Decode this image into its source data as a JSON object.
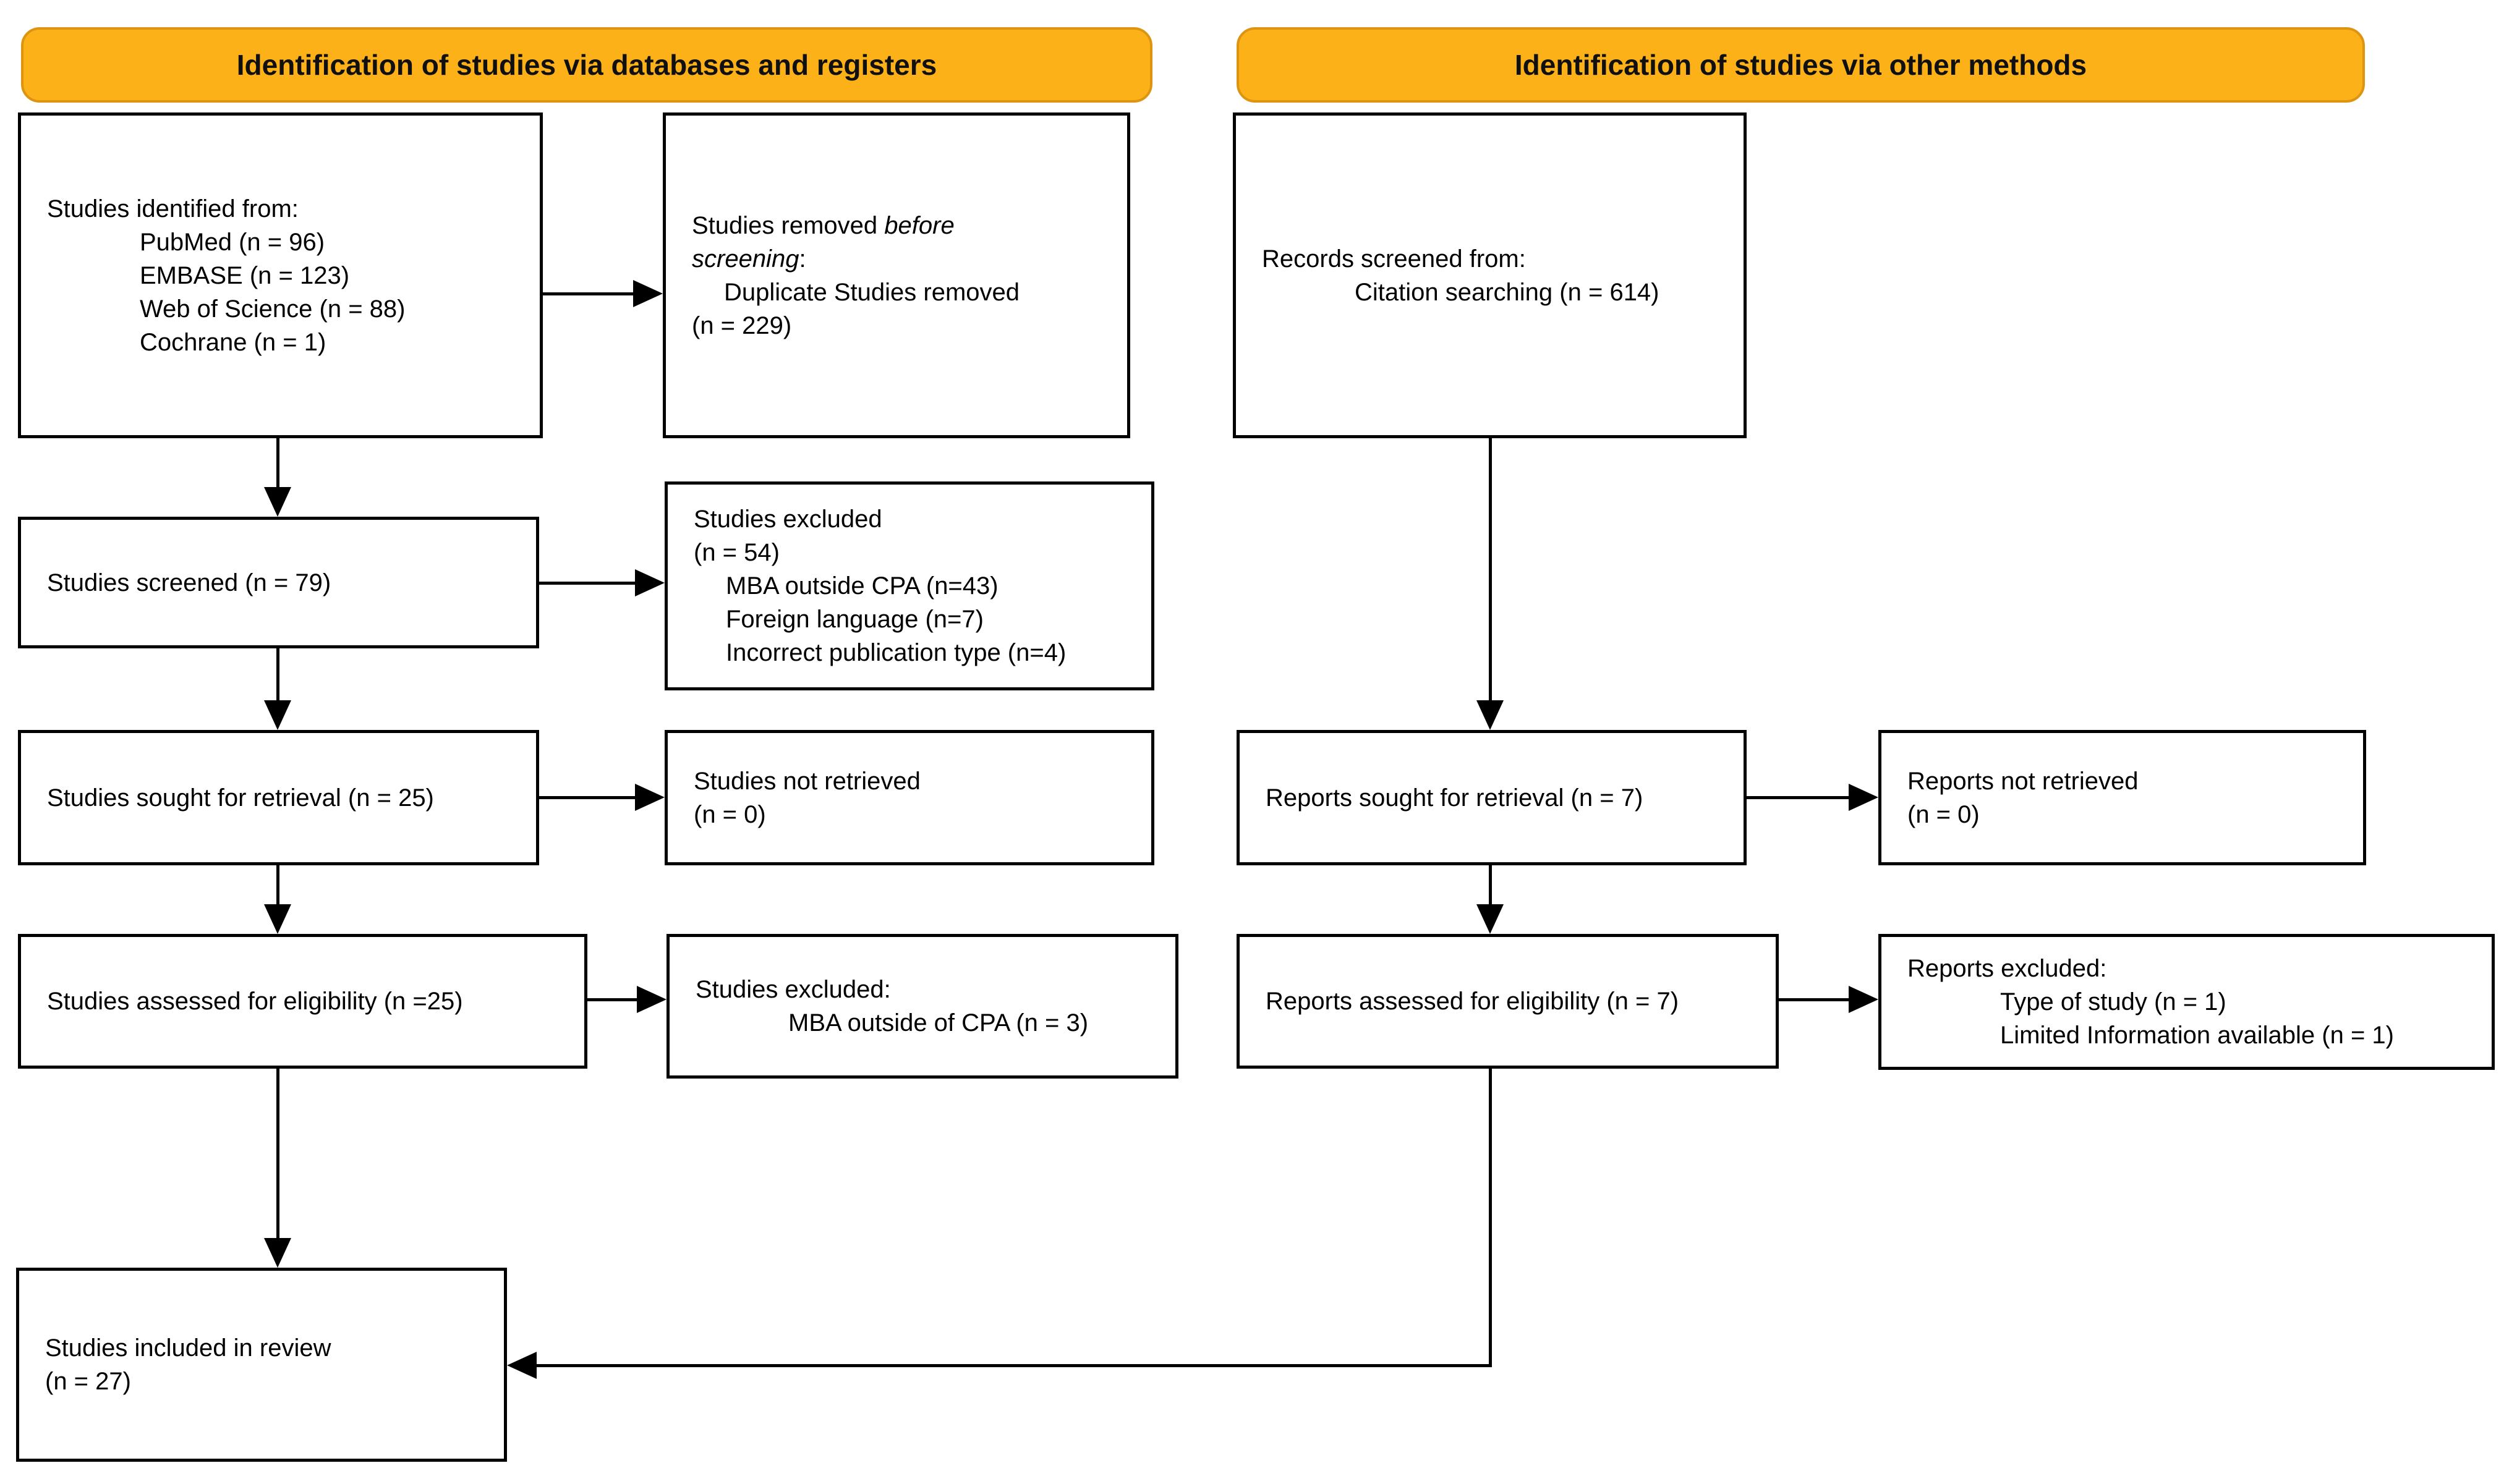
{
  "headers": {
    "left": "Identification of studies via databases and registers",
    "right": "Identification of studies via other methods"
  },
  "colors": {
    "header_bg": "#FBB117",
    "header_border": "#DD9511",
    "line": "#000000"
  },
  "left_column": {
    "identified": {
      "title": "Studies identified from:",
      "items": [
        "PubMed (n = 96)",
        "EMBASE (n = 123)",
        "Web of Science (n = 88)",
        "Cochrane (n = 1)"
      ]
    },
    "removed": {
      "line1_prefix": "Studies removed ",
      "line1_italic": "before",
      "line2_italic": "screening",
      "line2_suffix": ":",
      "item": "Duplicate Studies removed",
      "count": "(n = 229)"
    },
    "screened": "Studies screened (n = 79)",
    "excluded_screening": {
      "title": "Studies excluded",
      "count": "(n = 54)",
      "items": [
        "MBA outside CPA (n=43)",
        "Foreign language (n=7)",
        "Incorrect publication type (n=4)"
      ]
    },
    "sought": "Studies sought for retrieval (n = 25)",
    "not_retrieved": {
      "line1": "Studies not retrieved",
      "line2": "(n = 0)"
    },
    "assessed": "Studies assessed for eligibility (n =25)",
    "excluded_eligibility": {
      "title": "Studies excluded:",
      "items": [
        "MBA outside of CPA (n = 3)"
      ]
    },
    "included": {
      "line1": "Studies included in review",
      "line2": "(n = 27)"
    }
  },
  "right_column": {
    "records": {
      "title": "Records screened from:",
      "items": [
        "Citation searching (n = 614)"
      ]
    },
    "sought": "Reports sought for retrieval (n = 7)",
    "not_retrieved": {
      "line1": "Reports not retrieved",
      "line2": "(n = 0)"
    },
    "assessed": "Reports assessed for eligibility (n = 7)",
    "excluded": {
      "title": "Reports excluded:",
      "items": [
        "Type of study (n = 1)",
        "Limited Information available (n = 1)"
      ]
    }
  }
}
